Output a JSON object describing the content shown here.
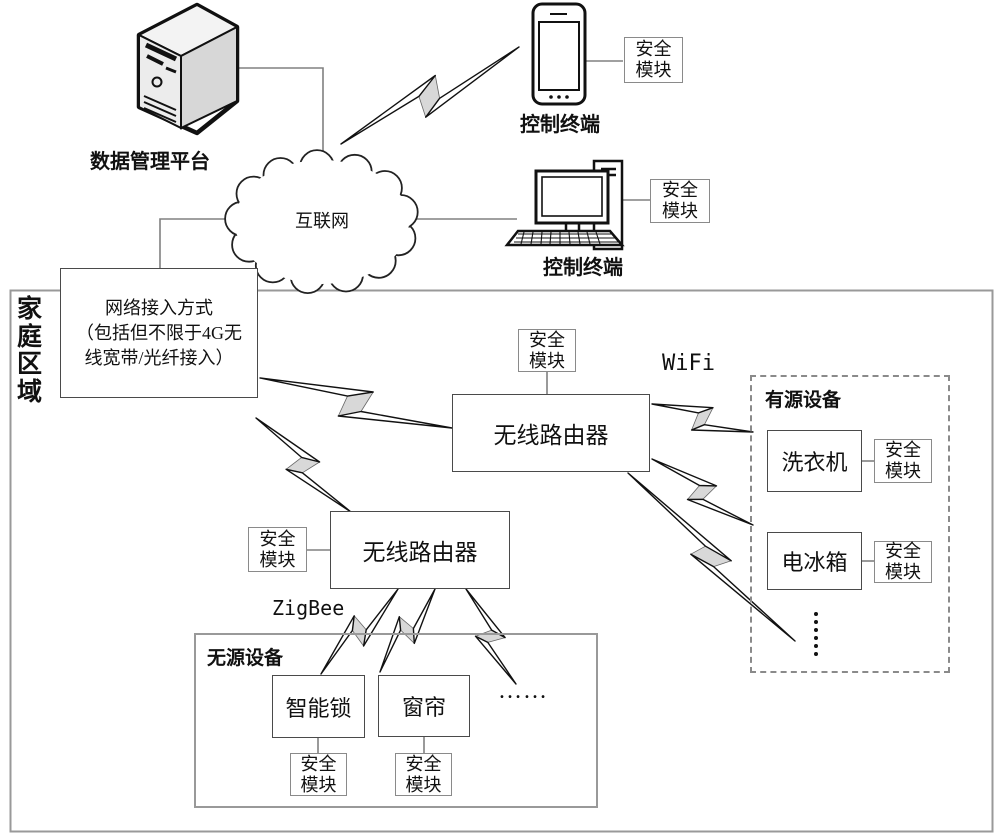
{
  "colors": {
    "line_gray": "#808080",
    "box_border": "#4a4a4a",
    "security_box_border": "#8a8a8a",
    "region_border": "#999999",
    "bolt_fill": "#d8d8d8",
    "ink": "#111111"
  },
  "diagram": {
    "server_label": "数据管理平台",
    "internet_label": "互联网",
    "terminals": {
      "phone_label": "控制终端",
      "pc_label": "控制终端"
    },
    "security_module": {
      "line1": "安全",
      "line2": "模块"
    },
    "home_region_label": "家庭区域",
    "network_access": {
      "line1": "网络接入方式",
      "line2": "（包括但不限于4G无",
      "line3": "线宽带/光纤接入）"
    },
    "routers": {
      "main_label": "无线路由器",
      "zigbee_label": "无线路由器"
    },
    "links": {
      "wifi": "WiFi",
      "zigbee": "ZigBee"
    },
    "active_devices": {
      "title": "有源设备",
      "items": [
        {
          "label": "洗衣机"
        },
        {
          "label": "电冰箱"
        }
      ]
    },
    "passive_devices": {
      "title": "无源设备",
      "items": [
        {
          "label": "智能锁"
        },
        {
          "label": "窗帘"
        }
      ],
      "ellipsis": "……"
    }
  }
}
